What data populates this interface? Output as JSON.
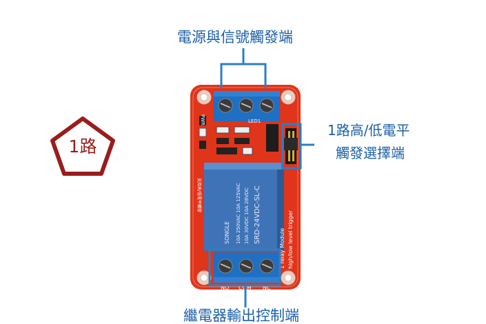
{
  "labels": {
    "top": "電源與信號觸發端",
    "right_line1": "1路高/低電平",
    "right_line2": "觸發選擇端",
    "bottom": "繼電器輸出控制端",
    "badge": "1路"
  },
  "board": {
    "relay_brand": "SONGLE",
    "relay_model": "SRD-24VDC-SL-C",
    "relay_ratings": [
      "10A 250VAC  10A 125VAC",
      "10A  30VDC  10A  28VDC"
    ],
    "module_text": [
      "1 relay  Module",
      "high/low level trigger"
    ],
    "output_terminals": [
      "NO",
      "COM",
      "NC"
    ],
    "silk_pwr": "PWR",
    "silk_led": "LED1",
    "silk_side": "支持高/低電平觸發"
  },
  "colors": {
    "label_blue": "#1a5fa8",
    "badge_red": "#9b1c1c",
    "pcb_red": "#e0341b",
    "relay_blue": "#3f73b8",
    "terminal_blue": "#1f6fc2",
    "highlight_box": "#2b7fc4"
  }
}
